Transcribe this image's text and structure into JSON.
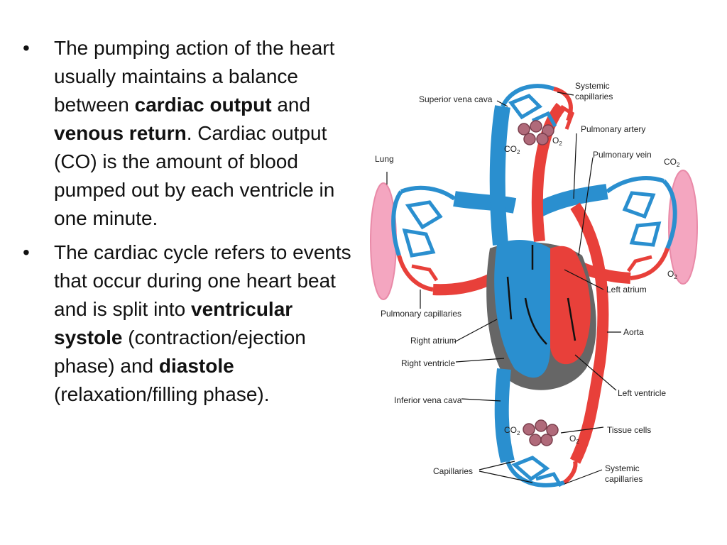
{
  "bullets": [
    {
      "parts": [
        {
          "text": "The pumping action of the heart usually maintains a balance between ",
          "bold": false
        },
        {
          "text": "cardiac output",
          "bold": true
        },
        {
          "text": " and ",
          "bold": false
        },
        {
          "text": "venous return",
          "bold": true
        },
        {
          "text": ". Cardiac output (CO) is the amount of blood pumped out by each ventricle in one minute.",
          "bold": false
        }
      ]
    },
    {
      "parts": [
        {
          "text": "The cardiac cycle refers to events that occur during one heart beat and is split into ",
          "bold": false
        },
        {
          "text": "ventricular systole",
          "bold": true
        },
        {
          "text": " (contraction/ejection phase) and ",
          "bold": false
        },
        {
          "text": "diastole",
          "bold": true
        },
        {
          "text": " (relaxation/filling phase).",
          "bold": false
        }
      ]
    }
  ],
  "bullet_glyph": "•",
  "diagram": {
    "labels": {
      "systemic_capillaries_top": [
        "Systemic",
        "capillaries"
      ],
      "superior_vena_cava": "Superior vena cava",
      "pulmonary_artery": "Pulmonary artery",
      "pulmonary_vein": "Pulmonary vein",
      "lung": "Lung",
      "co2_top": "CO",
      "o2_top": "O",
      "co2_right": "CO",
      "o2_right": "O",
      "co2_bottom": "CO",
      "o2_bottom": "O",
      "subscript_2": "2",
      "left_atrium": "Left atrium",
      "pulmonary_capillaries": "Pulmonary capillaries",
      "aorta": "Aorta",
      "right_atrium": "Right atrium",
      "right_ventricle": "Right ventricle",
      "left_ventricle": "Left ventricle",
      "inferior_vena_cava": "Inferior vena cava",
      "tissue_cells": "Tissue cells",
      "capillaries": "Capillaries",
      "systemic_capillaries_bottom": [
        "Systemic",
        "capillaries"
      ]
    },
    "colors": {
      "oxygenated": "#e8403a",
      "deoxygenated": "#2a8fcf",
      "heart_shadow": "#666666",
      "lung": "#f4a6c0",
      "cells": "#b06a7a"
    }
  }
}
